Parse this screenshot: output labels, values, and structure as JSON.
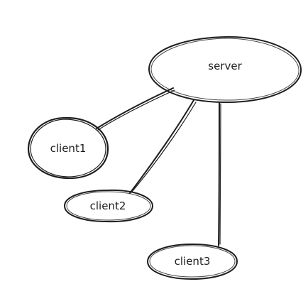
{
  "diagram": {
    "nodes": [
      {
        "id": "server",
        "label": "server"
      },
      {
        "id": "client1",
        "label": "client1"
      },
      {
        "id": "client2",
        "label": "client2"
      },
      {
        "id": "client3",
        "label": "client3"
      }
    ],
    "edges": [
      {
        "from": "server",
        "to": "client1"
      },
      {
        "from": "server",
        "to": "client2"
      },
      {
        "from": "server",
        "to": "client3"
      }
    ],
    "colors": {
      "stroke": "#1e1e1e",
      "background": "#ffffff"
    }
  }
}
